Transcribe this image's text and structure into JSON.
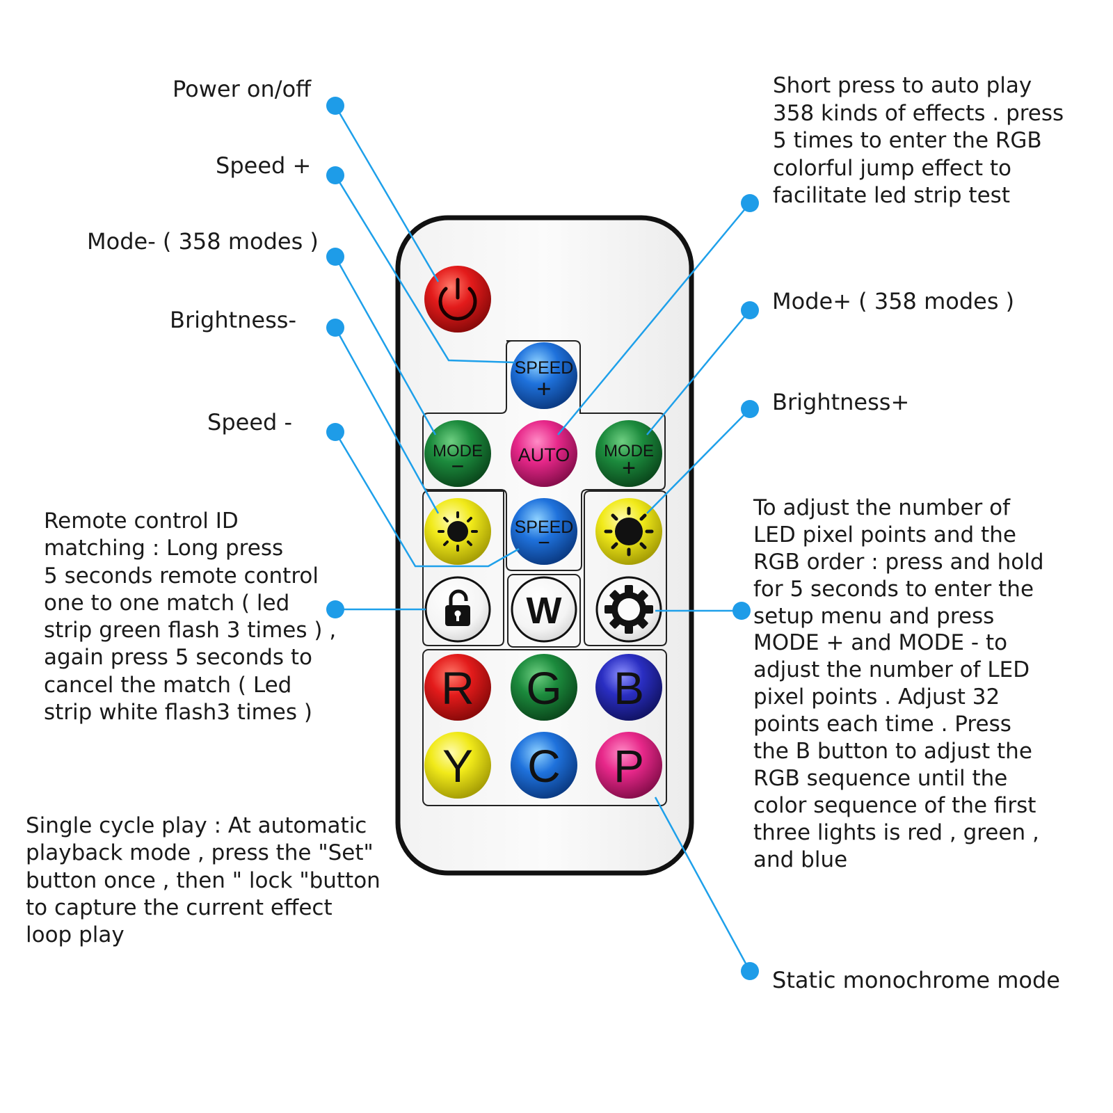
{
  "labels": {
    "power": "Power on/off",
    "speed_plus": "Speed +",
    "mode_minus": "Mode- ( 358 modes )",
    "brightness_minus": "Brightness-",
    "speed_minus": "Speed -",
    "mode_plus": "Mode+ ( 358 modes )",
    "brightness_plus": "Brightness+",
    "static_mode": "Static monochrome mode"
  },
  "auto_note": [
    "Short press to auto play",
    "358 kinds of effects . press",
    "5 times to enter the RGB",
    "colorful jump effect to",
    "facilitate led strip test"
  ],
  "lock_note": [
    "Remote control ID",
    "matching : Long press",
    "5 seconds remote control",
    "one to one match ( led",
    "strip green flash 3 times ) ,",
    "again press 5 seconds to",
    "cancel the match ( Led",
    "strip white flash3 times )"
  ],
  "set_note": [
    "To adjust the number of",
    "LED pixel points and the",
    "RGB order : press and hold",
    "for 5 seconds to enter the",
    "setup menu and press",
    "MODE + and MODE - to",
    "adjust the number of LED",
    "pixel points . Adjust 32",
    "points each time . Press",
    "the B button to adjust the",
    "RGB sequence until the",
    "color sequence of the first",
    "three lights is red , green ,",
    "and blue"
  ],
  "cycle_note": [
    "Single cycle play : At automatic",
    "playback mode , press the \"Set\"",
    "button once , then \" lock \"button",
    "to capture the current effect",
    "loop play"
  ],
  "buttons": {
    "speed": "SPEED",
    "plus": "+",
    "minus": "−",
    "mode": "MODE",
    "auto": "AUTO",
    "w": "W",
    "r": "R",
    "g": "G",
    "b": "B",
    "y": "Y",
    "c": "C",
    "p": "P"
  },
  "colors": {
    "leader": "#1ea0ea",
    "dot": "#1e9ce8",
    "power_red": "#e31b1b",
    "speed_blue": "#1f72dc",
    "mode_green": "#1c8b3d",
    "auto_pink": "#e7288a",
    "brightness_yellow": "#f1ea1a",
    "r_red": "#e01a1a",
    "g_green": "#1d8a3a",
    "b_blue": "#2a2ec2",
    "y_yellow": "#f3ec15",
    "c_blue": "#1f78dc",
    "p_pink": "#e4288a",
    "remote_outline": "#111111"
  },
  "icons": [
    "power-icon",
    "sun-icon",
    "lock-icon",
    "gear-icon"
  ]
}
